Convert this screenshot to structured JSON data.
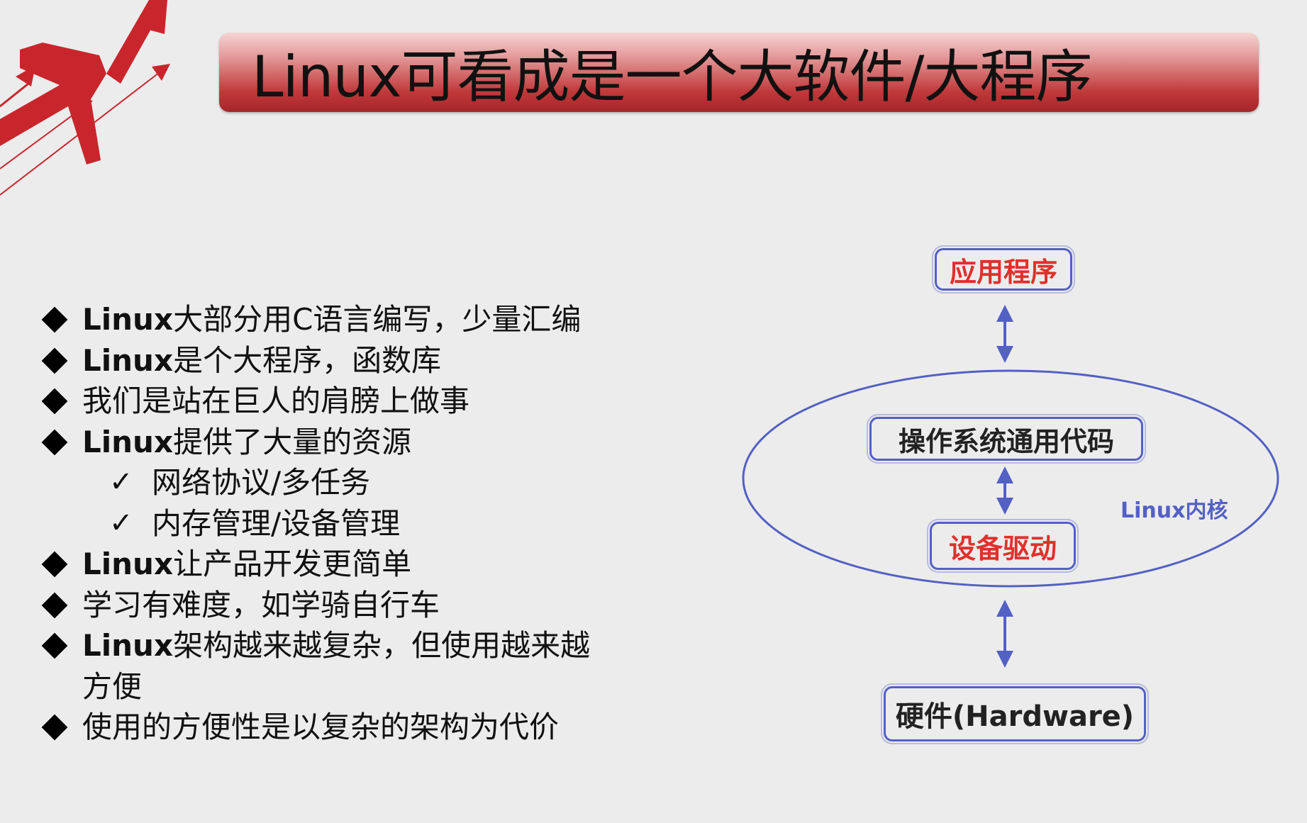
{
  "slide": {
    "title": "Linux可看成是一个大软件/大程序",
    "bullets": [
      {
        "kind": "main",
        "en": "Linux",
        "text": "大部分用C语言编写，少量汇编"
      },
      {
        "kind": "main",
        "en": "Linux",
        "text": "是个大程序，函数库"
      },
      {
        "kind": "main",
        "en": "",
        "text": "我们是站在巨人的肩膀上做事"
      },
      {
        "kind": "main",
        "en": "Linux",
        "text": "提供了大量的资源"
      },
      {
        "kind": "sub",
        "en": "",
        "text": "网络协议/多任务"
      },
      {
        "kind": "sub",
        "en": "",
        "text": "内存管理/设备管理"
      },
      {
        "kind": "main",
        "en": "Linux",
        "text": "让产品开发更简单"
      },
      {
        "kind": "main",
        "en": "",
        "text": "学习有难度，如学骑自行车"
      },
      {
        "kind": "main",
        "en": "Linux",
        "text": "架构越来越复杂，但使用越来越"
      },
      {
        "kind": "cont",
        "en": "",
        "text": "方便"
      },
      {
        "kind": "main",
        "en": "",
        "text": "使用的方便性是以复杂的架构为代价"
      }
    ]
  },
  "diagram": {
    "app": "应用程序",
    "os_generic": "操作系统通用代码",
    "driver": "设备驱动",
    "kernel_label": "Linux内核",
    "hardware": "硬件(Hardware)",
    "colors": {
      "outline": "#5360c4",
      "highlight_text": "#e0302c",
      "dark_text": "#222222"
    }
  },
  "theme": {
    "banner_color": "#c0383a",
    "logo_color": "#c8262c"
  }
}
